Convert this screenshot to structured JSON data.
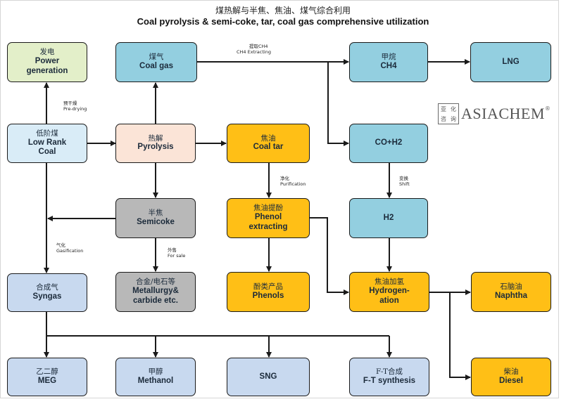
{
  "title_cn": "煤热解与半焦、焦油、煤气综合利用",
  "title_en": "Coal pyrolysis & semi-coke, tar, coal gas comprehensive utilization",
  "logo": {
    "seal_chars": [
      "亚",
      "化",
      "咨",
      "询"
    ],
    "text": "ASIACHEM",
    "reg": "®"
  },
  "nodes": {
    "power": {
      "cn": "发电",
      "en": "Power generation"
    },
    "coal_gas": {
      "cn": "煤气",
      "en": "Coal gas"
    },
    "ch4": {
      "cn": "甲烷",
      "en": "CH4"
    },
    "lng": {
      "cn": "",
      "en": "LNG"
    },
    "low_rank_coal": {
      "cn": "低阶煤",
      "en": "Low Rank Coal"
    },
    "pyrolysis": {
      "cn": "热解",
      "en": "Pyrolysis"
    },
    "coal_tar": {
      "cn": "焦油",
      "en": "Coal tar"
    },
    "co_h2": {
      "cn": "",
      "en": "CO+H2"
    },
    "semicoke": {
      "cn": "半焦",
      "en": "Semicoke"
    },
    "phenol_extracting": {
      "cn": "焦油提酚",
      "en": "Phenol extracting"
    },
    "h2": {
      "cn": "",
      "en": "H2"
    },
    "syngas": {
      "cn": "合成气",
      "en": "Syngas"
    },
    "metallurgy": {
      "cn": "合金/电石等",
      "en": "Metallurgy& carbide etc."
    },
    "phenols": {
      "cn": "酚类产品",
      "en": "Phenols"
    },
    "hydrogenation": {
      "cn": "焦油加氢",
      "en": "Hydrogen- ation"
    },
    "naphtha": {
      "cn": "石脑油",
      "en": "Naphtha"
    },
    "meg": {
      "cn": "乙二醇",
      "en": "MEG"
    },
    "methanol": {
      "cn": "甲醇",
      "en": "Methanol"
    },
    "sng": {
      "cn": "",
      "en": "SNG"
    },
    "ft": {
      "cn": "F-T合成",
      "en": "F-T synthesis"
    },
    "diesel": {
      "cn": "柴油",
      "en": "Diesel"
    }
  },
  "edge_labels": {
    "ch4_extracting": {
      "cn": "提取CH4",
      "en": "CH4 Extracting"
    },
    "pre_drying": {
      "cn": "预干燥",
      "en": "Pre-drying"
    },
    "purification": {
      "cn": "净化",
      "en": "Purification"
    },
    "shift": {
      "cn": "变换",
      "en": "Shift"
    },
    "gasification": {
      "cn": "气化",
      "en": "Gasification"
    },
    "for_sale": {
      "cn": "外售",
      "en": "For sale"
    }
  },
  "colors": {
    "teal": "#93cfe0",
    "light_blue": "#d9ecf7",
    "peach": "#fbe4d7",
    "green": "#e3efc9",
    "orange": "#ffbf16",
    "grey": "#b8b8b8",
    "pale_blue": "#c8d9ef",
    "line": "#1a1a1a"
  }
}
